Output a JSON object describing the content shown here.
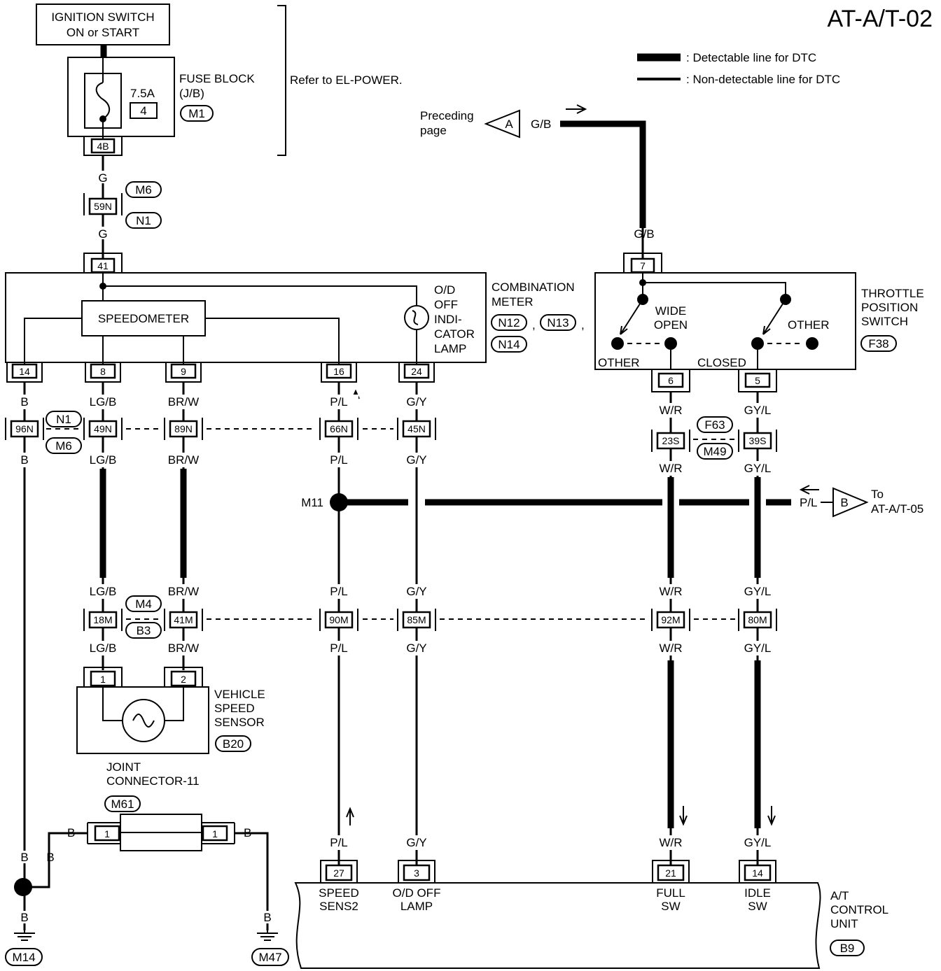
{
  "page_title": "AT-A/T-02",
  "legend": {
    "detectable": ": Detectable line for DTC",
    "non_detectable": ": Non-detectable line for DTC"
  },
  "ignition": {
    "line1": "IGNITION SWITCH",
    "line2": "ON or START"
  },
  "fuse_block": {
    "label1": "FUSE BLOCK",
    "label2": "(J/B)",
    "amp": "7.5A",
    "fuse_no": "4",
    "conn_id": "M1",
    "terminal": "4B",
    "refer": "Refer to EL-POWER."
  },
  "preceding": {
    "line1": "Preceding",
    "line2": "page",
    "tag": "A",
    "wire": "G/B"
  },
  "to_page": {
    "tag": "B",
    "line1": "To",
    "line2": "AT-A/T-05",
    "wire": "P/L"
  },
  "splice_m11": "M11",
  "conn_59n": {
    "wire_top": "G",
    "wire_bottom": "G",
    "pin": "59N",
    "tag1": "M6",
    "tag2": "N1"
  },
  "combination_meter": {
    "terminal_in": "41",
    "speedometer": "SPEEDOMETER",
    "lamp_label": [
      "O/D",
      "OFF",
      "INDI-",
      "CATOR",
      "LAMP"
    ],
    "label": [
      "COMBINATION",
      "METER"
    ],
    "tags": [
      "N12",
      "N13",
      "N14"
    ],
    "sep": ",",
    "pins": [
      "14",
      "8",
      "9",
      "16",
      "24"
    ]
  },
  "throttle_switch": {
    "terminal_in": "7",
    "wire_in": "G/B",
    "label": [
      "THROTTLE",
      "POSITION",
      "SWITCH"
    ],
    "tag": "F38",
    "wide_open": [
      "WIDE",
      "OPEN"
    ],
    "other_right": "OTHER",
    "other_left": "OTHER",
    "closed": "CLOSED",
    "pins": [
      "6",
      "5"
    ]
  },
  "row_meter_connectors": {
    "wires_top": [
      "B",
      "LG/B",
      "BR/W",
      "P/L",
      "G/Y"
    ],
    "pins": [
      "96N",
      "49N",
      "89N",
      "66N",
      "45N"
    ],
    "wires_bottom": [
      "B",
      "LG/B",
      "BR/W",
      "P/L",
      "G/Y"
    ],
    "tags": [
      "N1",
      "M6"
    ]
  },
  "row_tps_connectors": {
    "wires_top": [
      "W/R",
      "GY/L"
    ],
    "pins": [
      "23S",
      "39S"
    ],
    "wires_bottom": [
      "W/R",
      "GY/L"
    ],
    "tags": [
      "F63",
      "M49"
    ]
  },
  "row_m_connectors": {
    "wires_top": [
      "LG/B",
      "BR/W",
      "P/L",
      "G/Y",
      "W/R",
      "GY/L"
    ],
    "pins": [
      "18M",
      "41M",
      "90M",
      "85M",
      "92M",
      "80M"
    ],
    "wires_bottom": [
      "LG/B",
      "BR/W",
      "P/L",
      "G/Y",
      "W/R",
      "GY/L"
    ],
    "tags": [
      "M4",
      "B3"
    ]
  },
  "vehicle_speed_sensor": {
    "pins": [
      "1",
      "2"
    ],
    "label": [
      "VEHICLE",
      "SPEED",
      "SENSOR"
    ],
    "tag": "B20"
  },
  "joint_connector": {
    "label": [
      "JOINT",
      "CONNECTOR-11"
    ],
    "tag": "M61",
    "pin_left": "1",
    "pin_right": "1",
    "wire_left": "B",
    "wire_right": "B"
  },
  "grounds": {
    "left_wires": [
      "B",
      "B",
      "B"
    ],
    "left_tag": "M14",
    "right_wire": "B",
    "right_tag": "M47",
    "top_b": "B"
  },
  "control_unit": {
    "wires": [
      "P/L",
      "G/Y",
      "W/R",
      "GY/L"
    ],
    "pins": [
      "27",
      "3",
      "21",
      "14"
    ],
    "pin_labels": [
      [
        "SPEED",
        "SENS2"
      ],
      [
        "O/D OFF",
        "LAMP"
      ],
      [
        "FULL",
        "SW"
      ],
      [
        "IDLE",
        "SW"
      ]
    ],
    "label": [
      "A/T",
      "CONTROL",
      "UNIT"
    ],
    "tag": "B9"
  }
}
